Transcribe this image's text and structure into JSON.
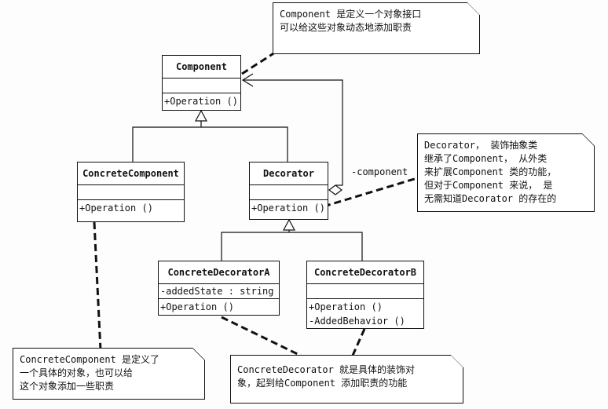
{
  "classes": {
    "component": {
      "name": "Component",
      "operations": [
        "+Operation ()"
      ]
    },
    "concrete_component": {
      "name": "ConcreteComponent",
      "operations": [
        "+Operation ()"
      ]
    },
    "decorator": {
      "name": "Decorator",
      "operations": [
        "+Operation ()"
      ]
    },
    "concrete_decorator_a": {
      "name": "ConcreteDecoratorA",
      "attributes": [
        "-addedState : string"
      ],
      "operations": [
        "+Operation ()"
      ]
    },
    "concrete_decorator_b": {
      "name": "ConcreteDecoratorB",
      "operations": [
        "+Operation ()",
        "-AddedBehavior ()"
      ]
    }
  },
  "association_label": "-component",
  "notes": {
    "component": "Component 是定义一个对象接口\n可以给这些对象动态地添加职责",
    "decorator": "Decorator， 装饰抽象类\n继承了Component， 从外类\n来扩展Component 类的功能，\n但对于Component 来说， 是\n无需知道Decorator 的存在的",
    "concrete_component": "ConcreteComponent 是定义了\n一个具体的对象，也可以给\n这个对象添加一些职责",
    "concrete_decorator": "ConcreteDecorator 就是具体的装饰对\n象，起到给Component 添加职责的功能"
  }
}
